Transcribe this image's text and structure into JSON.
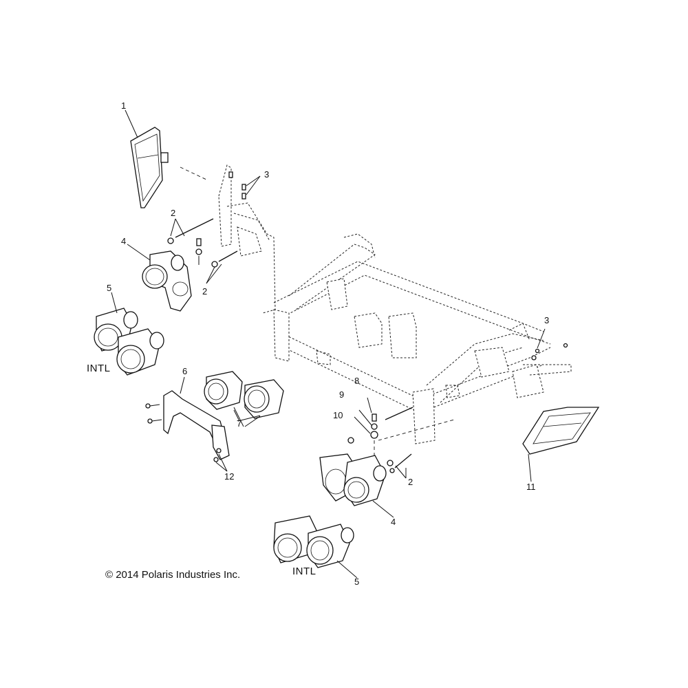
{
  "diagram": {
    "callouts": {
      "c1": "1",
      "c2a": "2",
      "c2b": "2",
      "c2c": "2",
      "c3a": "3",
      "c3b": "3",
      "c4a": "4",
      "c4b": "4",
      "c5a": "5",
      "c5b": "5",
      "c6": "6",
      "c7": "7",
      "c8": "8",
      "c9": "9",
      "c10": "10",
      "c11": "11",
      "c12": "12"
    },
    "variant_tags": {
      "intl_left": "INTL",
      "intl_bottom": "INTL"
    },
    "copyright": "© 2014 Polaris Industries Inc."
  }
}
